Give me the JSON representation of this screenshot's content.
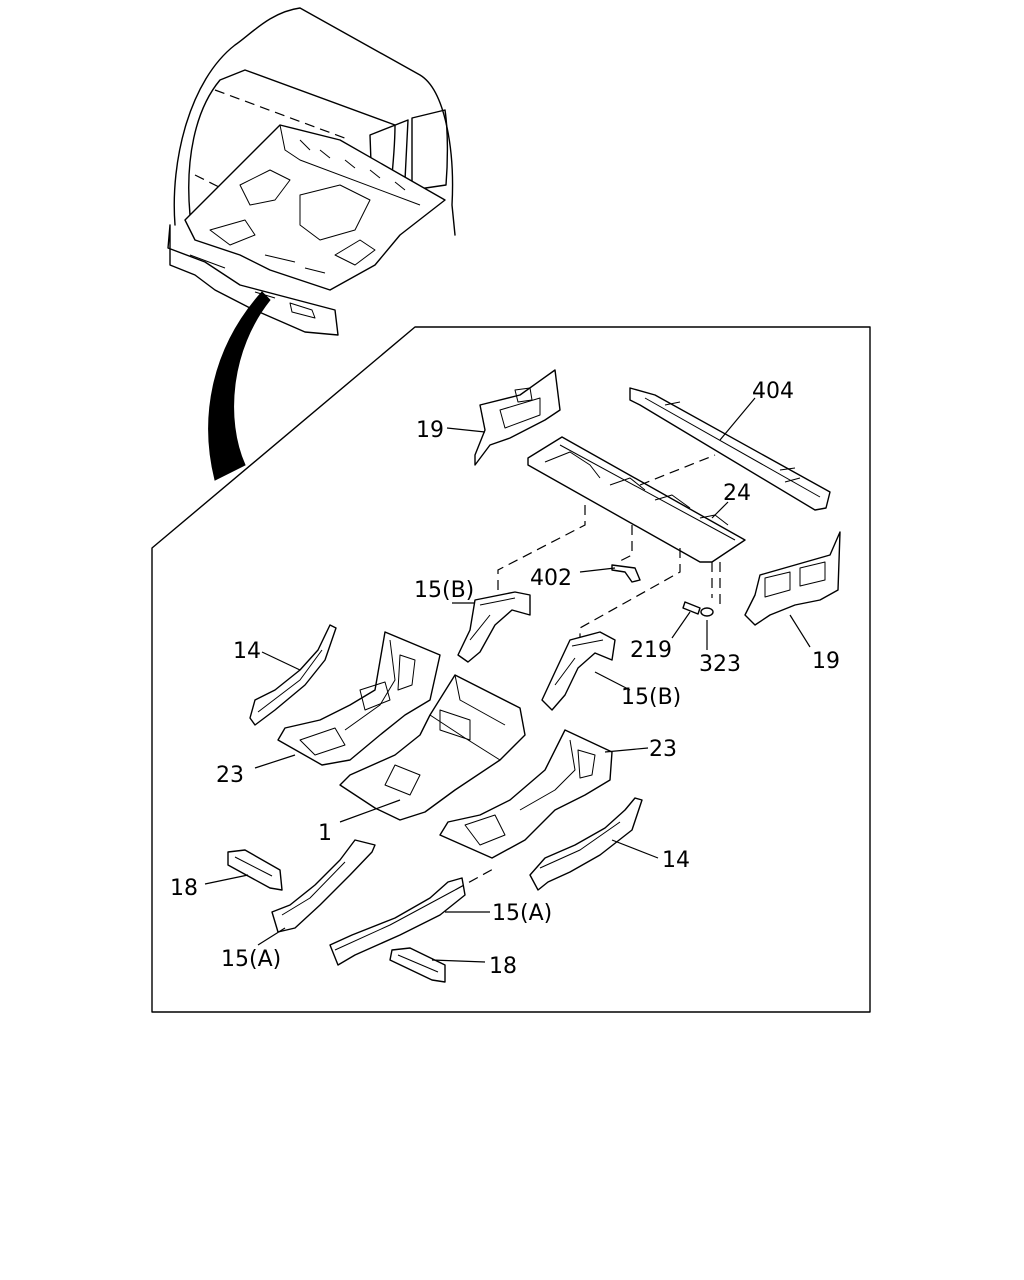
{
  "callouts": {
    "c404": "404",
    "c19_top": "19",
    "c24": "24",
    "c402": "402",
    "c15b_top": "15(B)",
    "c14_left": "14",
    "c219": "219",
    "c323": "323",
    "c19_right": "19",
    "c15b_mid": "15(B)",
    "c23_right": "23",
    "c23_left": "23",
    "c1": "1",
    "c14_right": "14",
    "c18_left": "18",
    "c15a_right": "15(A)",
    "c15a_left": "15(A)",
    "c18_bottom": "18"
  }
}
